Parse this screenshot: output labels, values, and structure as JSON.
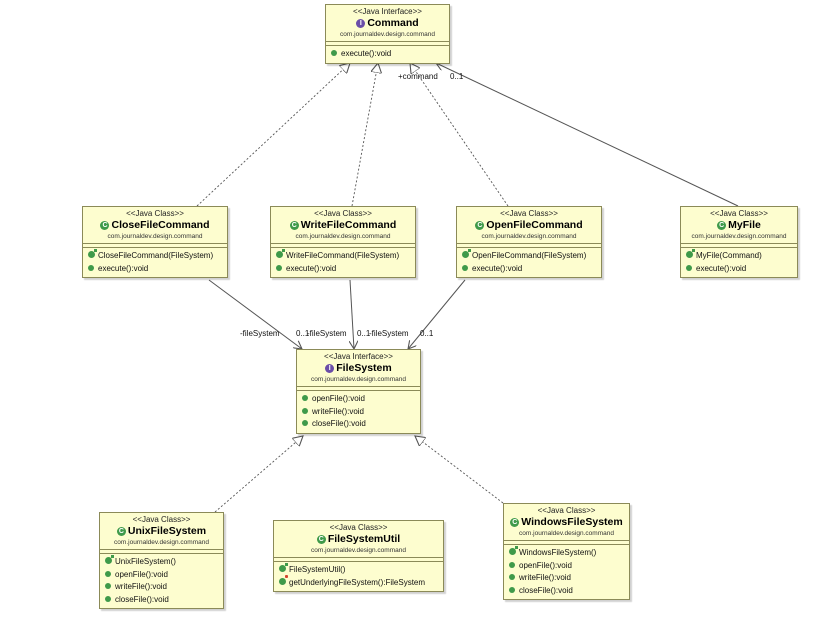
{
  "nodes": {
    "command": {
      "stereotype": "<<Java Interface>>",
      "name": "Command",
      "package": "com.journaldev.design.command",
      "kind": "interface",
      "operations": [
        "execute():void"
      ]
    },
    "closeFileCommand": {
      "stereotype": "<<Java Class>>",
      "name": "CloseFileCommand",
      "package": "com.journaldev.design.command",
      "kind": "class",
      "constructors": [
        "CloseFileCommand(FileSystem)"
      ],
      "operations": [
        "execute():void"
      ]
    },
    "writeFileCommand": {
      "stereotype": "<<Java Class>>",
      "name": "WriteFileCommand",
      "package": "com.journaldev.design.command",
      "kind": "class",
      "constructors": [
        "WriteFileCommand(FileSystem)"
      ],
      "operations": [
        "execute():void"
      ]
    },
    "openFileCommand": {
      "stereotype": "<<Java Class>>",
      "name": "OpenFileCommand",
      "package": "com.journaldev.design.command",
      "kind": "class",
      "constructors": [
        "OpenFileCommand(FileSystem)"
      ],
      "operations": [
        "execute():void"
      ]
    },
    "myFile": {
      "stereotype": "<<Java Class>>",
      "name": "MyFile",
      "package": "com.journaldev.design.command",
      "kind": "class",
      "constructors": [
        "MyFile(Command)"
      ],
      "operations": [
        "execute():void"
      ]
    },
    "fileSystem": {
      "stereotype": "<<Java Interface>>",
      "name": "FileSystem",
      "package": "com.journaldev.design.command",
      "kind": "interface",
      "operations": [
        "openFile():void",
        "writeFile():void",
        "closeFile():void"
      ]
    },
    "unixFileSystem": {
      "stereotype": "<<Java Class>>",
      "name": "UnixFileSystem",
      "package": "com.journaldev.design.command",
      "kind": "class",
      "constructors": [
        "UnixFileSystem()"
      ],
      "operations": [
        "openFile():void",
        "writeFile():void",
        "closeFile():void"
      ]
    },
    "fileSystemUtil": {
      "stereotype": "<<Java Class>>",
      "name": "FileSystemUtil",
      "package": "com.journaldev.design.command",
      "kind": "class",
      "constructors": [
        "FileSystemUtil()"
      ],
      "static_operations": [
        "getUnderlyingFileSystem():FileSystem"
      ]
    },
    "windowsFileSystem": {
      "stereotype": "<<Java Class>>",
      "name": "WindowsFileSystem",
      "package": "com.journaldev.design.command",
      "kind": "class",
      "constructors": [
        "WindowsFileSystem()"
      ],
      "operations": [
        "openFile():void",
        "writeFile():void",
        "closeFile():void"
      ]
    }
  },
  "edge_labels": {
    "command_role": "+command",
    "command_mult": "0..1",
    "close_role": "-fileSystem",
    "close_mult": "0..1",
    "write_role": "-fileSystem",
    "write_mult": "0..1",
    "open_role": "-fileSystem",
    "open_mult": "0..1"
  },
  "colors": {
    "box_fill": "#fdfdcf",
    "box_border": "#8b8a58",
    "interface_badge": "#6b4ea8",
    "class_badge": "#3f9a4a",
    "edge": "#555555"
  }
}
